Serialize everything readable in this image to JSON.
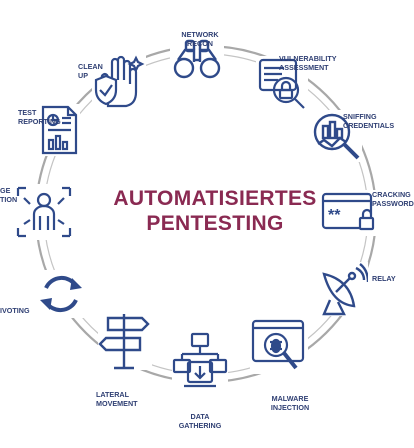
{
  "center": {
    "line1": "AUTOMATISIERTES",
    "line2": "PENTESTING"
  },
  "colors": {
    "title": "#8a2a52",
    "icon": "#2f4a8a",
    "ring": "#9a9a9a"
  },
  "steps": [
    {
      "icon": "binoculars-icon",
      "lines": [
        "NETWORK",
        "RECON"
      ]
    },
    {
      "icon": "server-lock-icon",
      "lines": [
        "VULNERABILITY",
        "ASSESSMENT"
      ]
    },
    {
      "icon": "magnifier-chart-icon",
      "lines": [
        "SNIFFING",
        "CREDENTIALS"
      ]
    },
    {
      "icon": "password-lock-icon",
      "lines": [
        "CRACKING",
        "PASSWORD"
      ]
    },
    {
      "icon": "satellite-dish-icon",
      "lines": [
        "RELAY"
      ]
    },
    {
      "icon": "bug-magnifier-icon",
      "lines": [
        "MALWARE",
        "INJECTION"
      ]
    },
    {
      "icon": "network-data-icon",
      "lines": [
        "DATA",
        "GATHERING"
      ]
    },
    {
      "icon": "signpost-icon",
      "lines": [
        "LATERAL",
        "MOVEMENT"
      ]
    },
    {
      "icon": "cycle-arrows-icon",
      "lines": [
        "IVOTING"
      ]
    },
    {
      "icon": "user-targeting-icon",
      "lines": [
        "GE",
        "TION"
      ]
    },
    {
      "icon": "report-document-icon",
      "lines": [
        "TEST",
        "REPORTING"
      ]
    },
    {
      "icon": "hand-shield-icon",
      "lines": [
        "CLEAN",
        "UP"
      ]
    }
  ]
}
